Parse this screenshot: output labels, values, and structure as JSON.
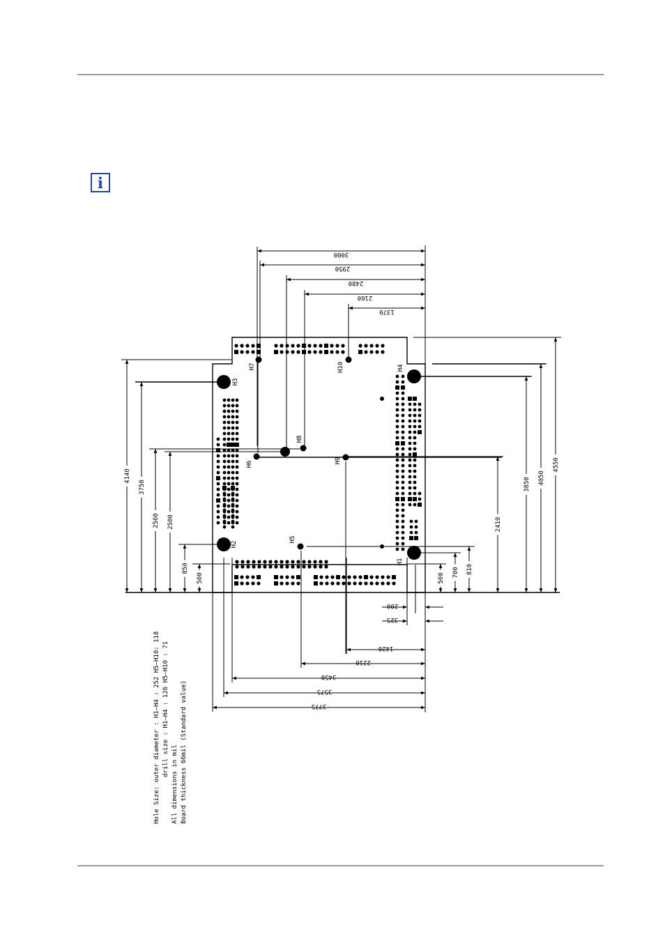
{
  "header": {
    "note_icon": "info-icon"
  },
  "drawing": {
    "dimensions_top": [
      "3000",
      "2950",
      "2480",
      "2160",
      "1370"
    ],
    "dimensions_bottom": [
      "200",
      "325",
      "1420",
      "2210",
      "3450",
      "3575",
      "3775"
    ],
    "dimensions_left": [
      "4140",
      "3750",
      "2560",
      "2500",
      "850",
      "500"
    ],
    "dimensions_right": [
      "500",
      "700",
      "810",
      "2410",
      "3850",
      "4050",
      "4550"
    ],
    "holes_large": [
      "H1",
      "H2",
      "H3",
      "H4"
    ],
    "holes_small": [
      "H5",
      "H6",
      "H7",
      "H8",
      "H9",
      "H10"
    ],
    "notes": [
      "Hole Size: outer diameter : H1—H4 : 252    H5—H10: 118",
      "drill size : H1—H4 : 126    H5—H10 : 71",
      "All dimensions in mil",
      "Board thickness 66mil (Standard value)"
    ]
  }
}
